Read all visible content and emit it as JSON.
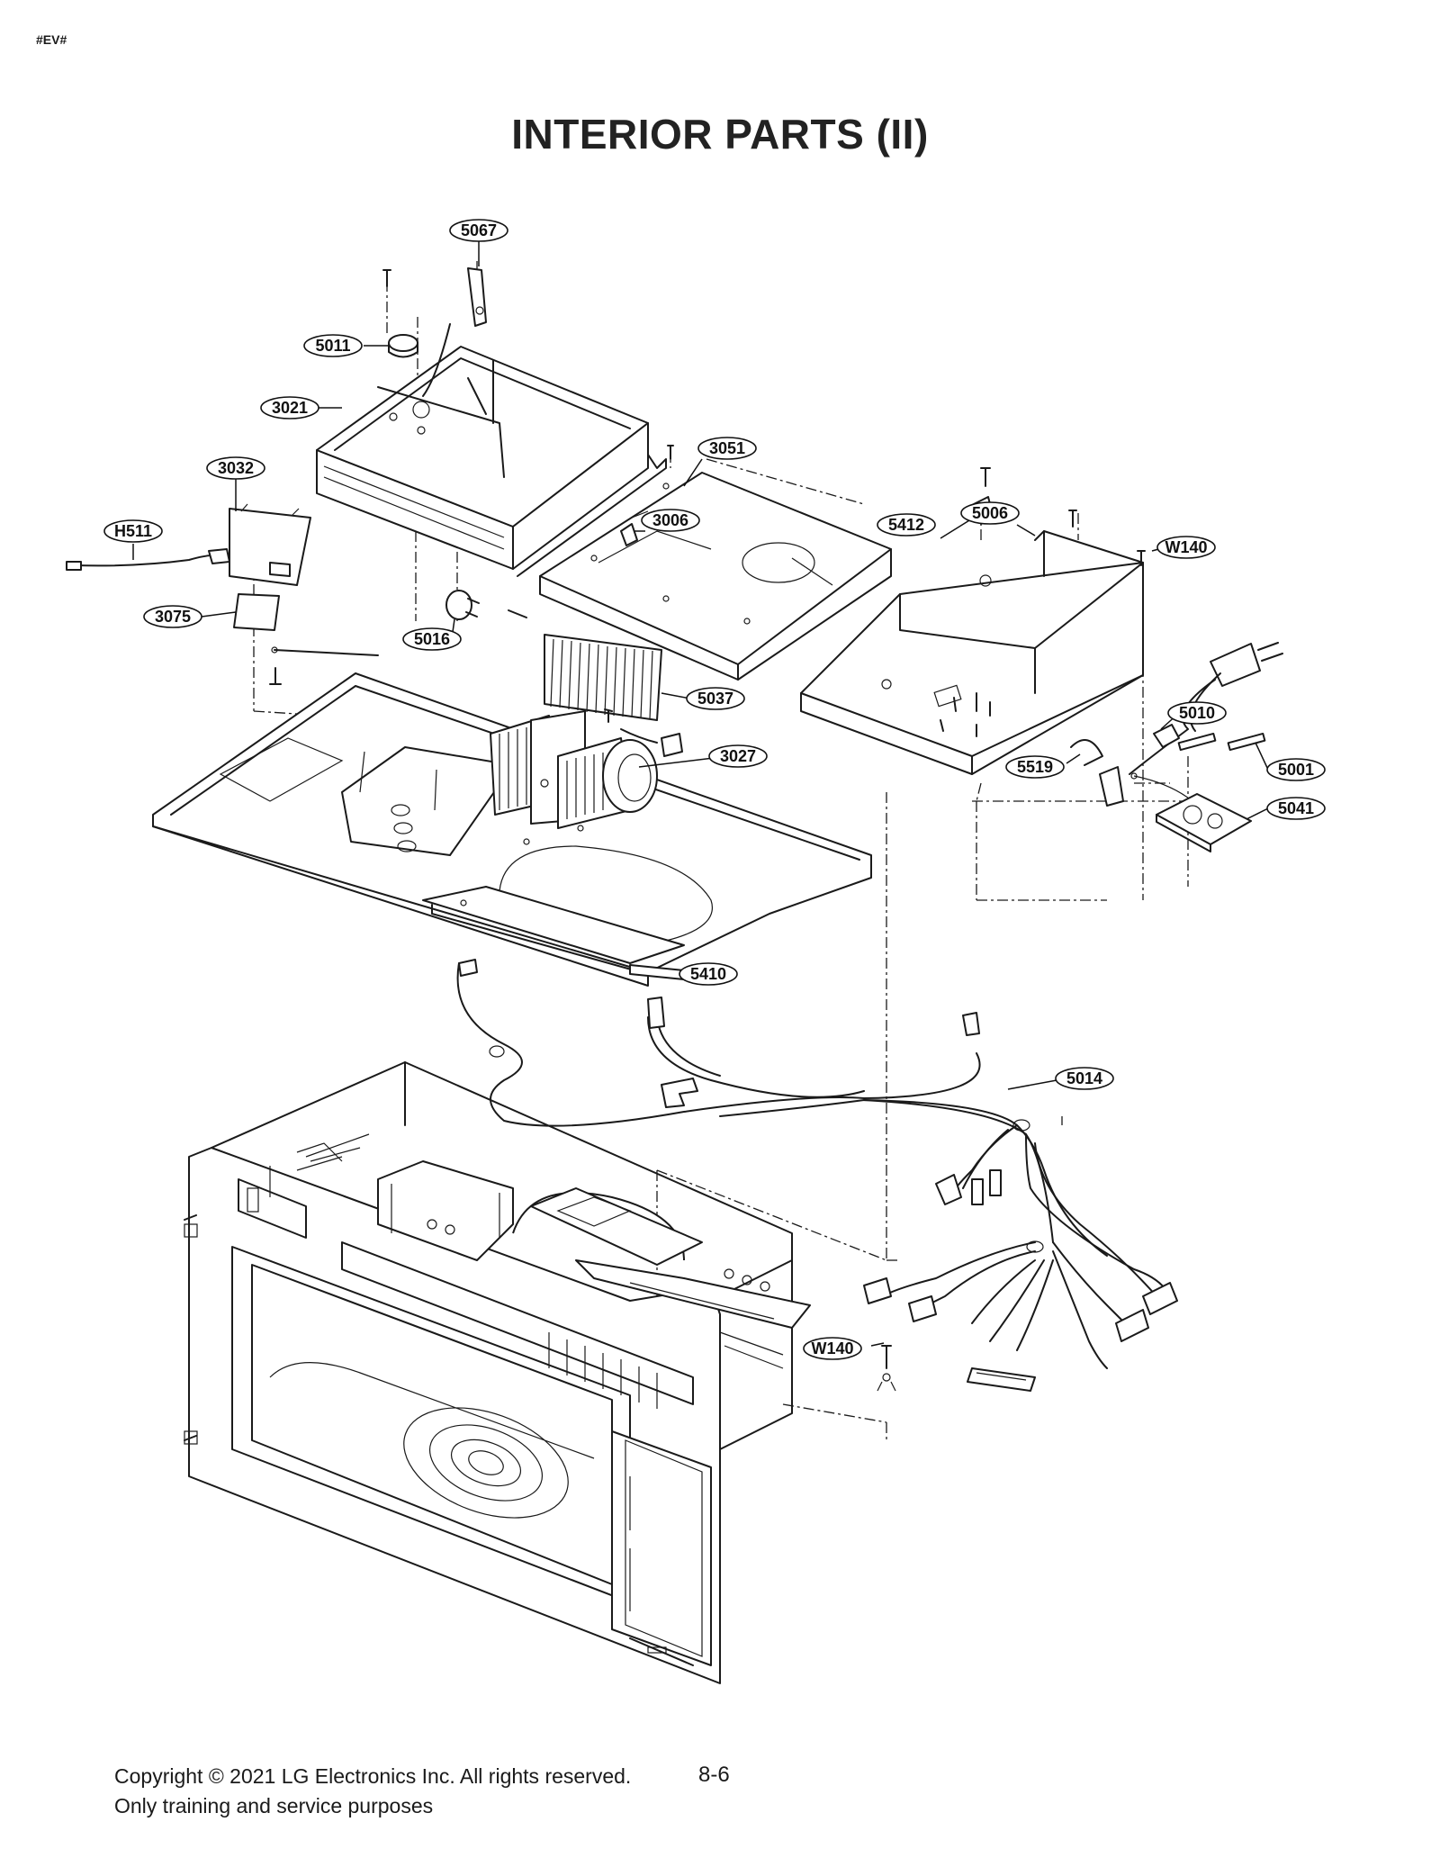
{
  "page": {
    "doc_code": "#EV#",
    "title": "INTERIOR PARTS (II)",
    "page_number": "8-6",
    "copyright": "Copyright © 2021 LG Electronics Inc. All rights reserved.",
    "purpose": "Only training and service purposes"
  },
  "callouts": [
    {
      "id": "c-5067",
      "label": "5067"
    },
    {
      "id": "c-5011",
      "label": "5011"
    },
    {
      "id": "c-3021",
      "label": "3021"
    },
    {
      "id": "c-3032",
      "label": "3032"
    },
    {
      "id": "c-3051",
      "label": "3051"
    },
    {
      "id": "c-3006",
      "label": "3006"
    },
    {
      "id": "c-5412",
      "label": "5412"
    },
    {
      "id": "c-5006",
      "label": "5006"
    },
    {
      "id": "c-w140a",
      "label": "W140"
    },
    {
      "id": "c-h511",
      "label": "H511"
    },
    {
      "id": "c-3075",
      "label": "3075"
    },
    {
      "id": "c-5016",
      "label": "5016"
    },
    {
      "id": "c-5037",
      "label": "5037"
    },
    {
      "id": "c-5010",
      "label": "5010"
    },
    {
      "id": "c-3027",
      "label": "3027"
    },
    {
      "id": "c-5519",
      "label": "5519"
    },
    {
      "id": "c-5001",
      "label": "5001"
    },
    {
      "id": "c-5041",
      "label": "5041"
    },
    {
      "id": "c-5410",
      "label": "5410"
    },
    {
      "id": "c-5014",
      "label": "5014"
    },
    {
      "id": "c-w140b",
      "label": "W140"
    }
  ]
}
